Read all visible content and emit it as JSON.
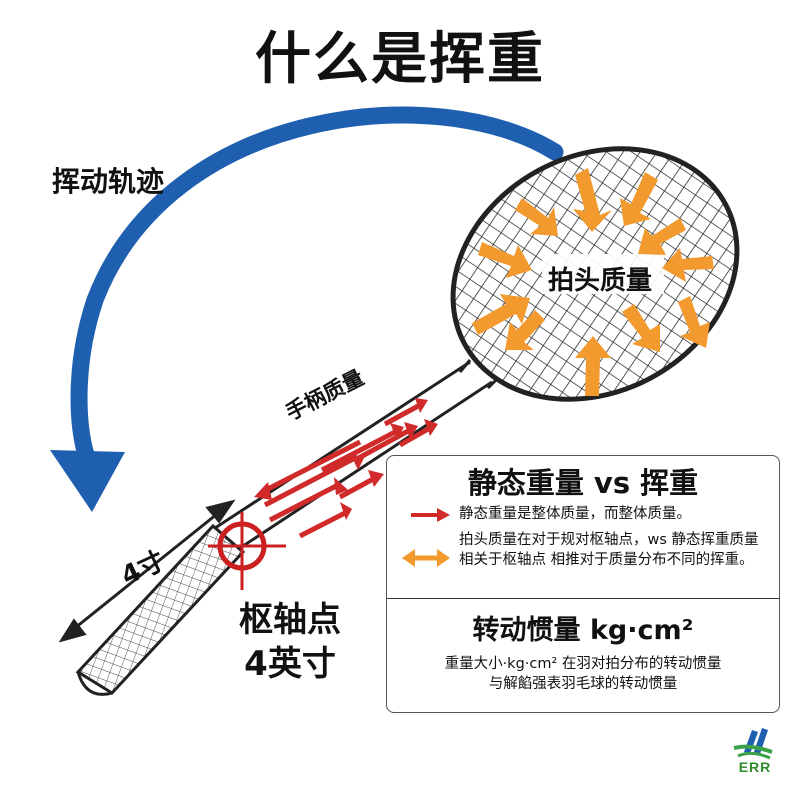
{
  "title": "什么是挥重",
  "labels": {
    "swing_trajectory": "挥动轨迹",
    "head_mass": "拍头质量",
    "handle_mass": "手柄质量",
    "inch": "4寸",
    "pivot_line1": "枢轴点",
    "pivot_line2": "4英寸"
  },
  "panel": {
    "title": "静态重量 vs 挥重",
    "row1": "静态重量是整体质量，而整体质量。",
    "row2": "拍头质量在对于规对枢轴点，ws 静态挥重质量相关于枢轴点  相推对于质量分布不同的挥重。",
    "subtitle": "转动惯量 kg·cm²",
    "footer_line1": "重量大小·kg·cm² 在羽对拍分布的转动惯量",
    "footer_line2": "与解餡强表羽毛球的转动惯量"
  },
  "logo": {
    "text": "ERR"
  },
  "colors": {
    "swing_arc": "#1f5fb0",
    "head_arrows": "#f39a2e",
    "handle_arrows": "#d12a2a",
    "pivot_marker": "#cc1f1f"
  },
  "icons": [
    "swing-arrow-icon",
    "red-arrow-icon",
    "orange-double-arrow-icon",
    "crosshair-icon",
    "logo-icon"
  ]
}
